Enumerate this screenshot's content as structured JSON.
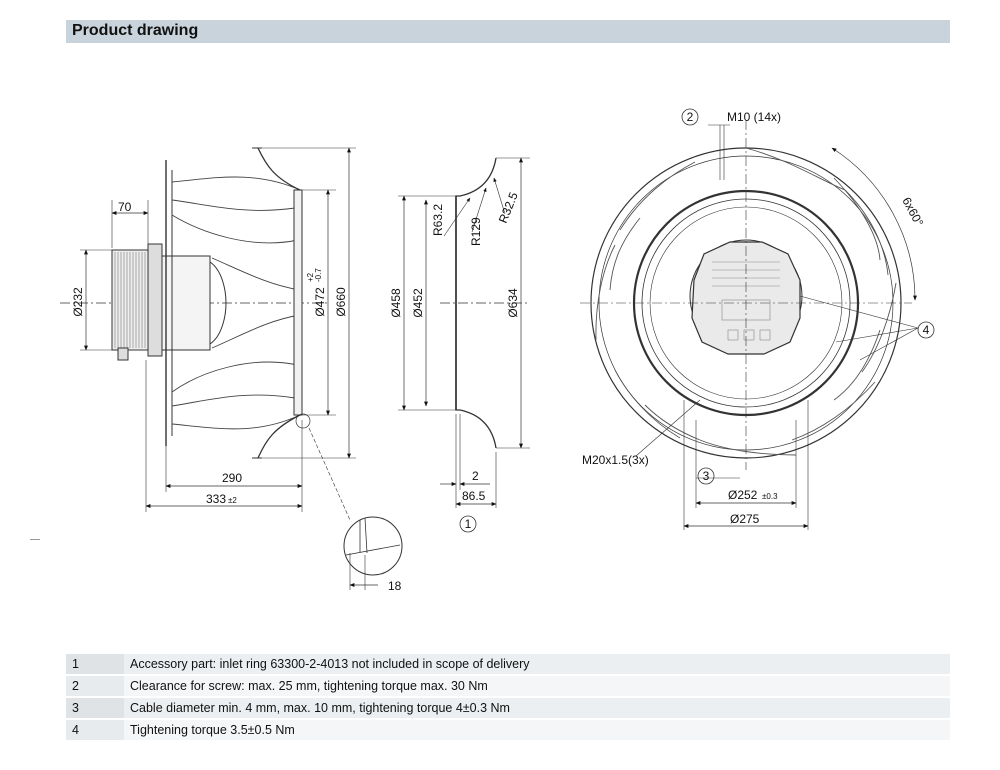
{
  "header": {
    "title": "Product drawing"
  },
  "dimensions": {
    "side": [
      "70",
      "Ø232",
      "Ø472",
      "+2",
      "-0.7",
      "Ø660",
      "290",
      "333",
      "±2",
      "18"
    ],
    "ring": [
      "R63.2",
      "R129",
      "R32.5",
      "Ø458",
      "Ø452",
      "Ø634",
      "2",
      "86.5"
    ],
    "front": [
      "M10 (14x)",
      "6x60°",
      "M20x1.5(3x)",
      "Ø252",
      "±0.3",
      "Ø275"
    ]
  },
  "callouts": [
    "1",
    "2",
    "3",
    "4"
  ],
  "notes": [
    {
      "num": "1",
      "text": "Accessory part: inlet ring 63300-2-4013 not included in scope of delivery"
    },
    {
      "num": "2",
      "text": "Clearance for screw: max. 25 mm, tightening torque max. 30 Nm"
    },
    {
      "num": "3",
      "text": "Cable diameter min. 4 mm, max. 10 mm, tightening torque 4±0.3 Nm"
    },
    {
      "num": "4",
      "text": "Tightening torque 3.5±0.5 Nm"
    }
  ]
}
